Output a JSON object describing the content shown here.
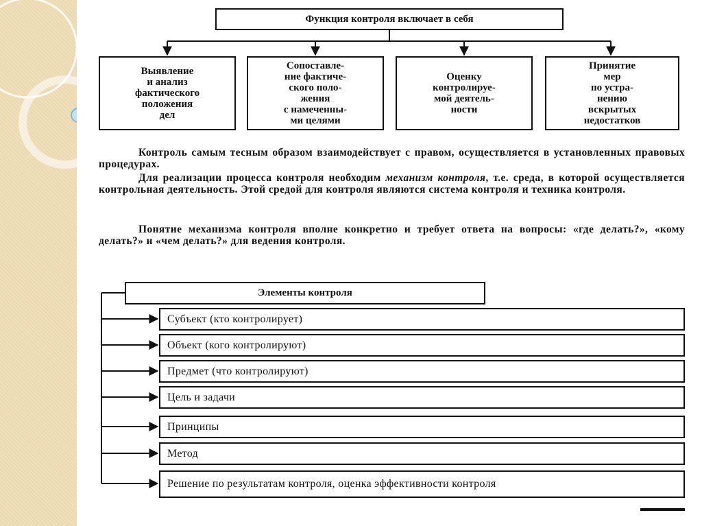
{
  "function": {
    "title": "Функция контроля включает в себя",
    "items": [
      "Выявление\nи анализ\nфактического\nположения\nдел",
      "Сопоставле-\nние фактиче-\nского поло-\nжения\nс намеченны-\nми целями",
      "Оценку\nконтролируе-\nмой деятель-\nности",
      "Принятие\nмер\nпо устра-\nнению\nвскрытых\nнедостатков"
    ]
  },
  "text": {
    "p1": "Контроль самым тесным образом взаимодействует с правом, осуществляется в установленных правовых процедурах.",
    "p2_before": "Для реализации процесса контроля необходим ",
    "p2_emph": "механизм контроля",
    "p2_after": ", т.е. среда, в которой осуществляется контрольная деятельность. Этой средой для контроля являются система контроля и техника контроля.",
    "p3": "Понятие механизма контроля вполне конкретно и требует ответа на вопросы: «где делать?», «кому делать?» и «чем делать?» для ведения контроля."
  },
  "elements": {
    "title": "Элементы контроля",
    "items": [
      "Субъект (кто контролирует)",
      "Объект (кого контролируют)",
      "Предмет (что контролируют)",
      "Цель и задачи",
      "Принципы",
      "Метод",
      "Решение по результатам контроля, оценка эффективности контроля"
    ]
  }
}
